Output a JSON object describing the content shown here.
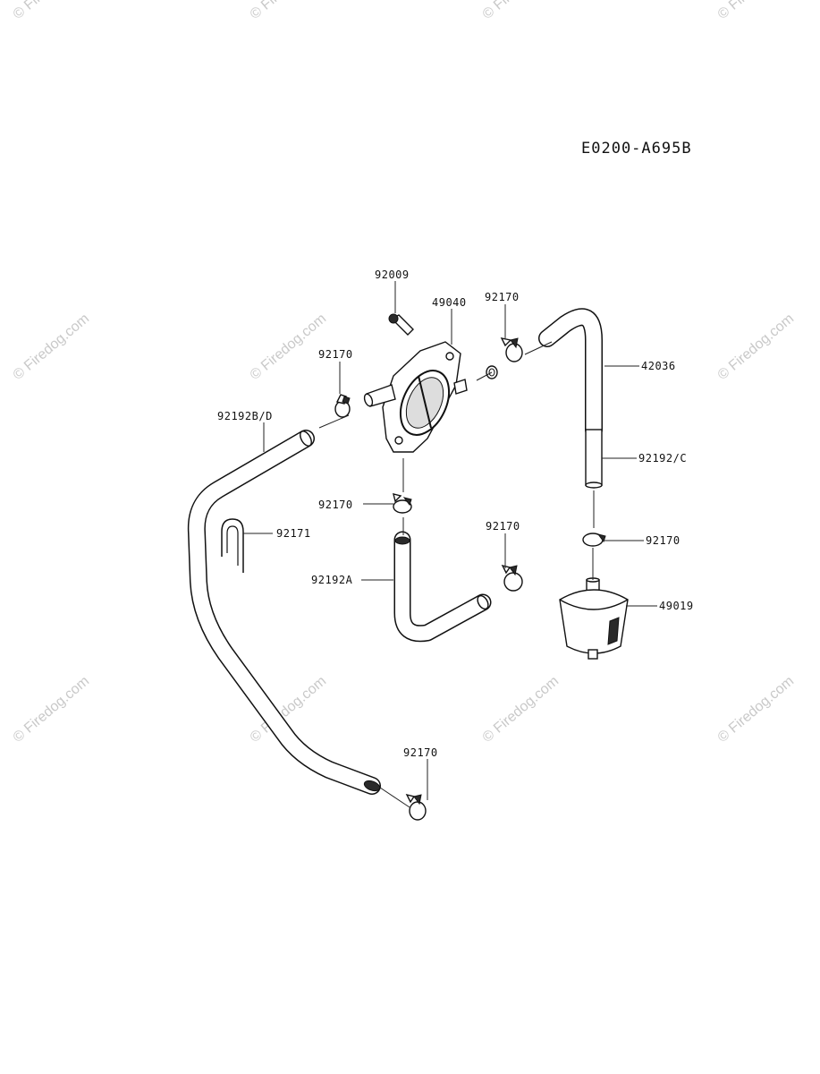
{
  "diagram_code": "E0200-A695B",
  "watermark": "© Firedog.com",
  "parts": {
    "screw": "92009",
    "fuel_pump": "49040",
    "clamp_pump_outlet": "92170",
    "clamp_pump_left": "92170",
    "hose_long": "92192B/D",
    "clip": "92171",
    "clamp_pump_bottom": "92170",
    "hose_short": "92192A",
    "clamp_hose_short_end": "92170",
    "hose_formed": "42036",
    "hose_upper_right": "92192/C",
    "clamp_filter": "92170",
    "fuel_filter": "49019",
    "clamp_hose_long_end": "92170"
  }
}
